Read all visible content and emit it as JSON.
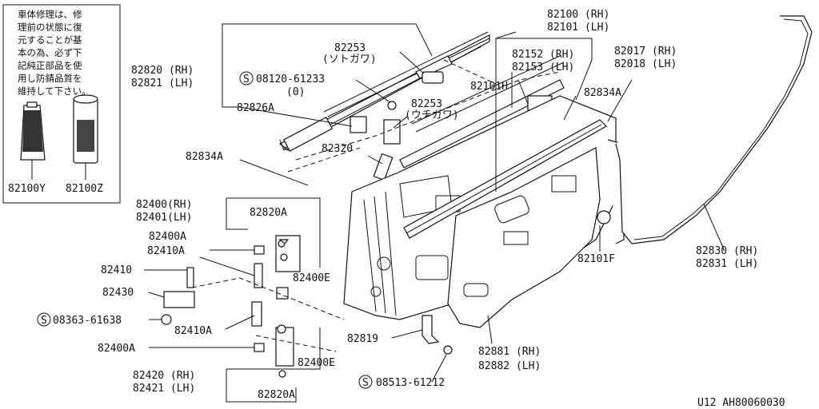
{
  "note_box": {
    "lines": [
      "車体修理は、修",
      "理前の状態に復",
      "元することが基",
      "本の為、必ず下",
      "記純正部品を使",
      "用し防錆品質を",
      "維持して下さい。"
    ],
    "items": [
      "82100Y",
      "82100Z"
    ]
  },
  "labels": {
    "l82100": "82100 (RH)",
    "l82101": "82101 (LH)",
    "l82253a1": "82253",
    "l82253a2": "(ソトガワ)",
    "l82152": "82152 (RH)",
    "l82153": "82153 (LH)",
    "l82017": "82017 (RH)",
    "l82018": "82018 (LH)",
    "l82820": "82820 (RH)",
    "l82821": "82821 (LH)",
    "l08120": "08120-61233",
    "l08120b": "(0)",
    "l82101H": "82101H",
    "l82834Atop": "82834A",
    "l82826A": "82826A",
    "l82253b1": "82253",
    "l82253b2": "(ウチガワ)",
    "l82320": "82320",
    "l82834A": "82834A",
    "l82400": "82400(RH)",
    "l82401": "82401(LH)",
    "l82820A1": "82820A",
    "l82400A1": "82400A",
    "l82410A1": "82410A",
    "l82410": "82410",
    "l82400E1": "82400E",
    "l82430": "82430",
    "l08363": "08363-61638",
    "l82410A2": "82410A",
    "l82400A2": "82400A",
    "l82819": "82819",
    "l82400E2": "82400E",
    "l82420": "82420 (RH)",
    "l82421": "82421 (LH)",
    "l82820A2": "82820A",
    "l08513": "08513-61212",
    "l82881": "82881 (RH)",
    "l82882": "82882 (LH)",
    "l82101F": "82101F",
    "l82830": "82830 (RH)",
    "l82831": "82831 (LH)",
    "s1": "S",
    "s2": "S",
    "s3": "S"
  },
  "footer": {
    "code": "U12 AH80060030"
  }
}
